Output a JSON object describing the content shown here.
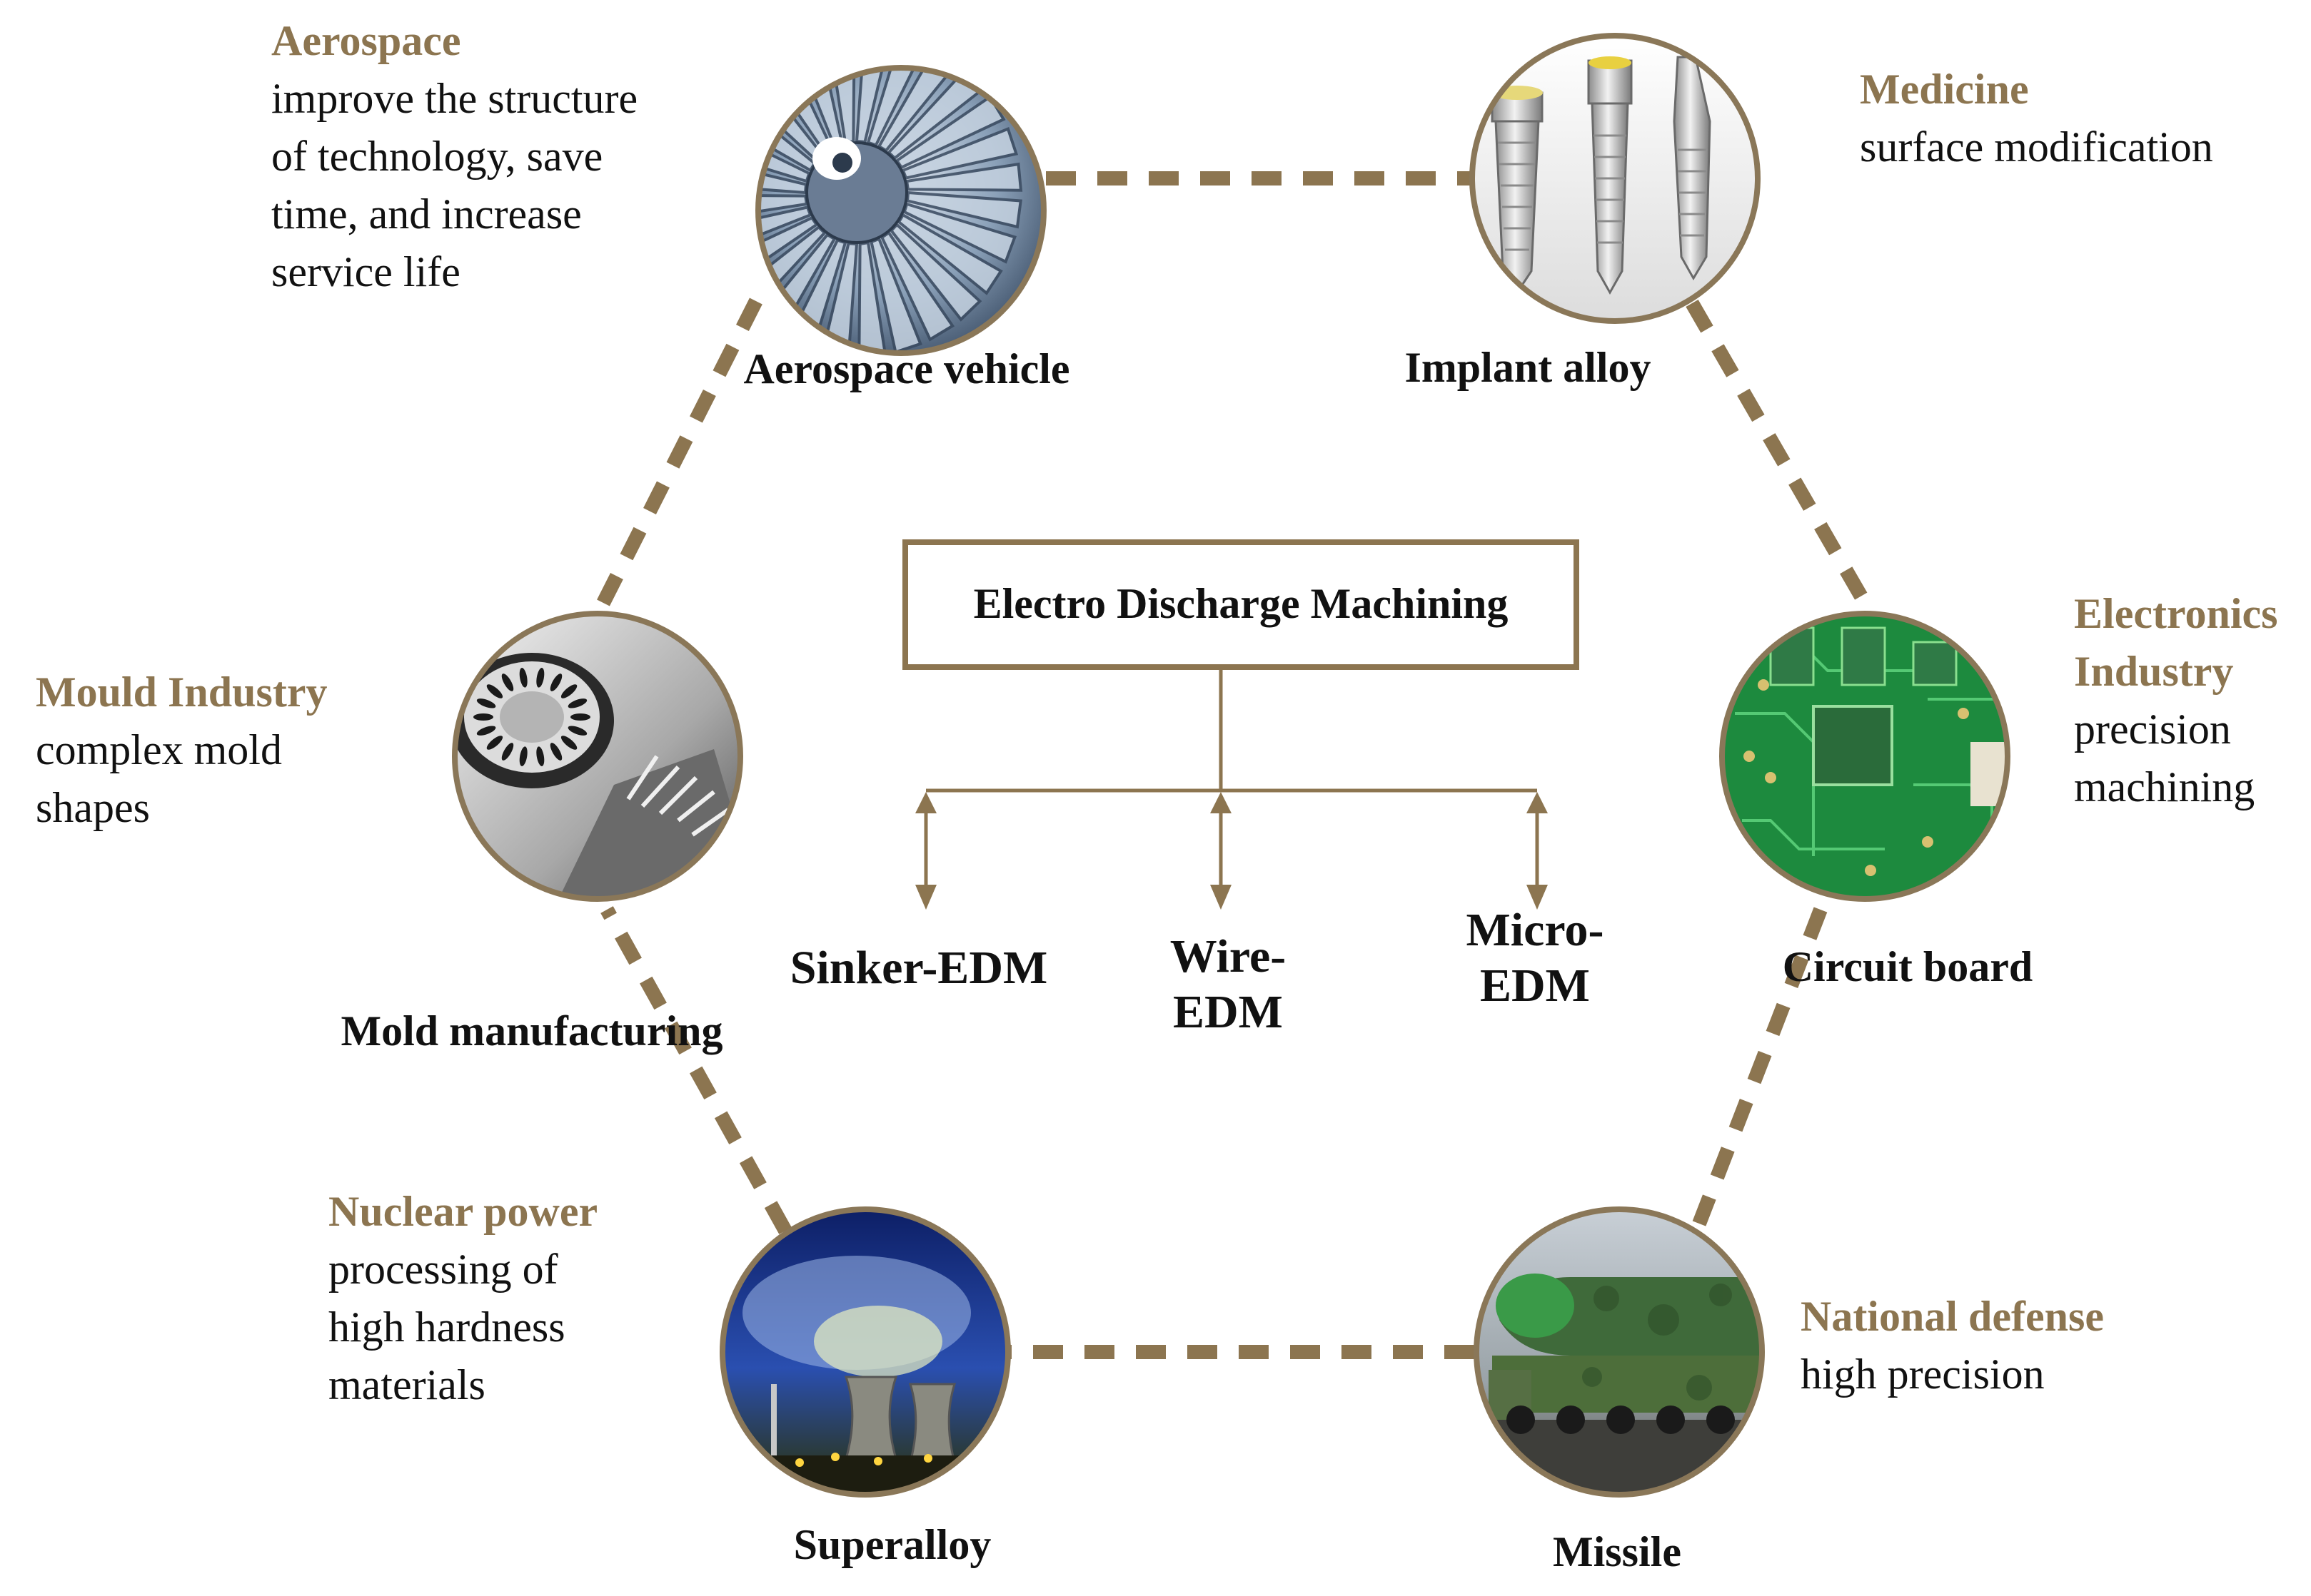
{
  "colors": {
    "accent": "#8c7550",
    "node_border": "#8a7758",
    "text": "#111111"
  },
  "center": {
    "title": "Electro Discharge Machining",
    "types": [
      {
        "line1": "Sinker-EDM",
        "line2": ""
      },
      {
        "line1": "Wire-",
        "line2": "EDM"
      },
      {
        "line1": "Micro-",
        "line2": "EDM"
      }
    ]
  },
  "nodes": [
    {
      "caption": "Aerospace vehicle",
      "icon": "turbine-icon",
      "industry": {
        "line1": "Aerospace",
        "line2": ""
      },
      "description": [
        "improve the structure",
        "of technology, save",
        "time, and increase",
        "service life"
      ]
    },
    {
      "caption": "Implant alloy",
      "icon": "dental-implant-icon",
      "industry": {
        "line1": "Medicine",
        "line2": ""
      },
      "description": [
        "surface modification"
      ]
    },
    {
      "caption": "Circuit board",
      "icon": "circuit-board-icon",
      "industry": {
        "line1": "Electronics",
        "line2": "Industry"
      },
      "description": [
        "precision",
        "machining"
      ]
    },
    {
      "caption": "Missile",
      "icon": "missile-launcher-icon",
      "industry": {
        "line1": "National defense",
        "line2": ""
      },
      "description": [
        "high precision"
      ]
    },
    {
      "caption": "Superalloy",
      "icon": "cooling-tower-icon",
      "industry": {
        "line1": "Nuclear power",
        "line2": ""
      },
      "description": [
        "processing of",
        "high hardness",
        "materials"
      ]
    },
    {
      "caption": "Mold manufacturing",
      "icon": "mold-part-icon",
      "industry": {
        "line1": "Mould Industry",
        "line2": ""
      },
      "description": [
        "complex mold",
        "shapes"
      ]
    }
  ]
}
